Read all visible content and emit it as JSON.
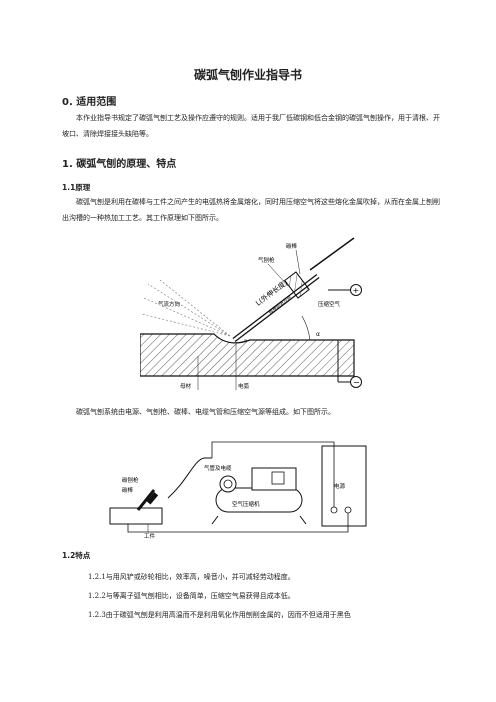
{
  "doc": {
    "title": "碳弧气刨作业指导书",
    "s0_heading": "0. 适用范围",
    "s0_body": "本作业指导书规定了碳弧气刨工艺及操作应遵守的规则。适用于我厂低碳钢和低合金钢的碳弧气刨操作，用于清根、开坡口、清除焊接接头缺陷等。",
    "s1_heading": "1. 碳弧气刨的原理、特点",
    "s11_heading": "1.1原理",
    "s11_body": "碳弧气刨是利用在碳棒与工件之间产生的电弧热将金属熔化，同时用压缩空气将这些熔化金属吹掉，从而在金属上刨削出沟槽的一种热加工工艺。其工作原理如下图所示。",
    "s11_body2": "碳弧气刨系统由电源、气刨枪、碳棒、电缆气管和压缩空气源等组成。如下图所示。",
    "s12_heading": "1.2特点",
    "items": [
      "1.2.1与用风铲或砂轮相比，效率高，噪音小，并可减轻劳动程度。",
      "1.2.2与等离子弧气刨相比，设备简单，压缩空气易获得且成本低。",
      "1.2.3由于碳弧气刨是利用高温而不是利用氧化作用刨削金属的，因而不但适用于黑色"
    ]
  },
  "fig1": {
    "label_carbon_rod": "碳棒",
    "label_gun": "气刨枪",
    "label_air_direction": "气流方向",
    "label_extension": "L(外伸长度)",
    "label_travel": "碳棒前进方向",
    "label_compressed_air": "压缩空气",
    "label_angle": "α",
    "label_workpiece": "母材",
    "label_arc": "电弧",
    "label_plus": "+",
    "label_minus": "−"
  },
  "fig2": {
    "label_hose_cable": "气管及电缆",
    "label_gun": "碳刨枪",
    "label_rod": "碳棒",
    "label_workpiece": "工件",
    "label_compressor": "空气压缩机",
    "label_power": "电源"
  }
}
